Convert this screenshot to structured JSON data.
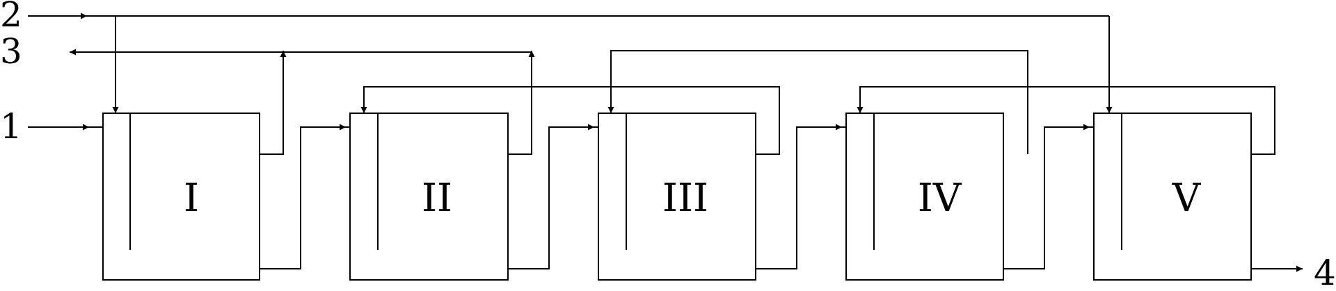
{
  "diagram": {
    "tanks": [
      {
        "id": "t1",
        "label": "I"
      },
      {
        "id": "t2",
        "label": "II"
      },
      {
        "id": "t3",
        "label": "III"
      },
      {
        "id": "t4",
        "label": "IV"
      },
      {
        "id": "t5",
        "label": "V"
      }
    ],
    "streams": [
      {
        "id": "s1",
        "label": "1"
      },
      {
        "id": "s2",
        "label": "2"
      },
      {
        "id": "s3",
        "label": "3"
      },
      {
        "id": "s4",
        "label": "4"
      }
    ]
  },
  "colors": {
    "line": "#000000",
    "background": "#ffffff"
  }
}
